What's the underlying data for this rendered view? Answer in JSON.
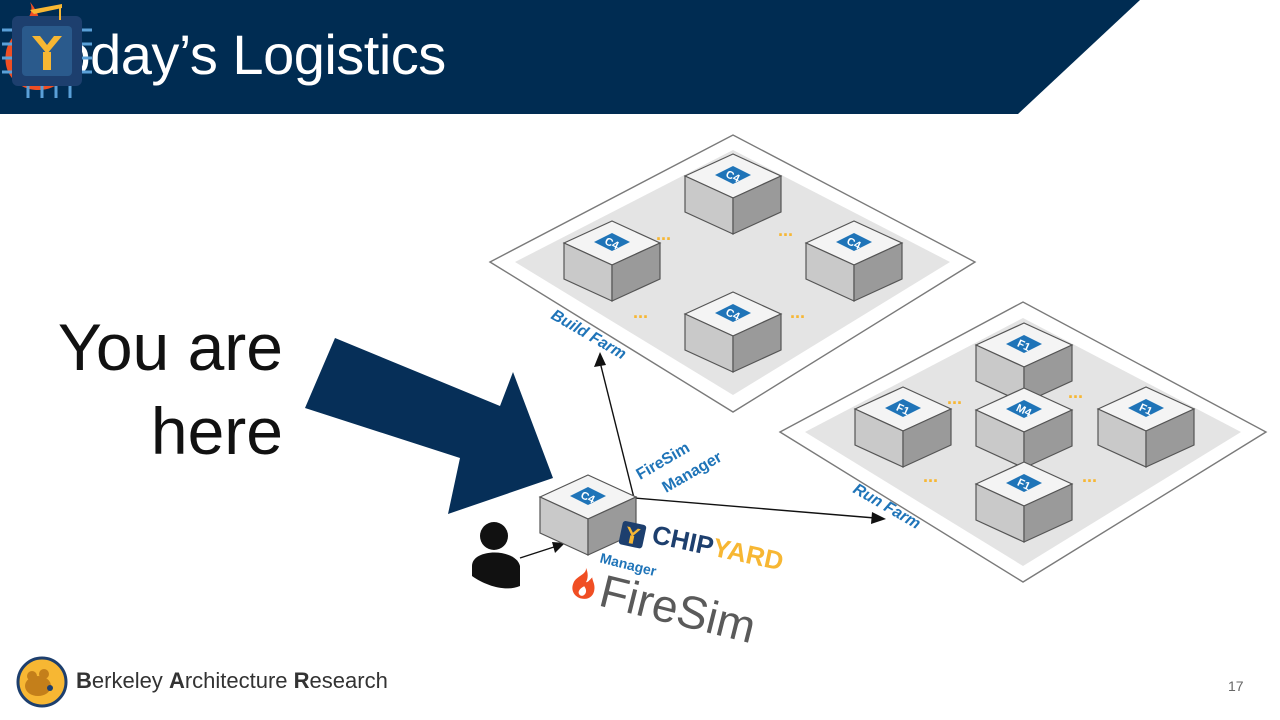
{
  "header": {
    "title": "Today’s Logistics",
    "bg_color": "#002c52",
    "icons": [
      "firesim-flame-icon",
      "chipyard-chip-icon"
    ]
  },
  "callout": {
    "line1": "You are",
    "line2": "here",
    "arrow_color": "#062f58"
  },
  "diagram": {
    "build_farm_label": "Build Farm",
    "run_farm_label": "Run Farm",
    "manager_label_line1": "FireSim",
    "manager_label_line2": "Manager",
    "manager_node_label": "C4",
    "build_nodes": [
      "C4",
      "C4",
      "C4",
      "C4"
    ],
    "run_nodes": [
      "F1",
      "F1",
      "M4",
      "F1",
      "F1"
    ],
    "ellipsis": "...",
    "accent_color": "#1f74b8",
    "user_icon": "person-icon"
  },
  "logos": {
    "chipyard_part1": "CHIP",
    "chipyard_part2": "YARD",
    "firesim_manager_label": "Manager",
    "firesim_word": "FireSim"
  },
  "footer": {
    "org_B": "B",
    "org_1": "erkeley ",
    "org_A": "A",
    "org_2": "rchitecture ",
    "org_R": "R",
    "org_3": "esearch",
    "page_number": "17"
  }
}
